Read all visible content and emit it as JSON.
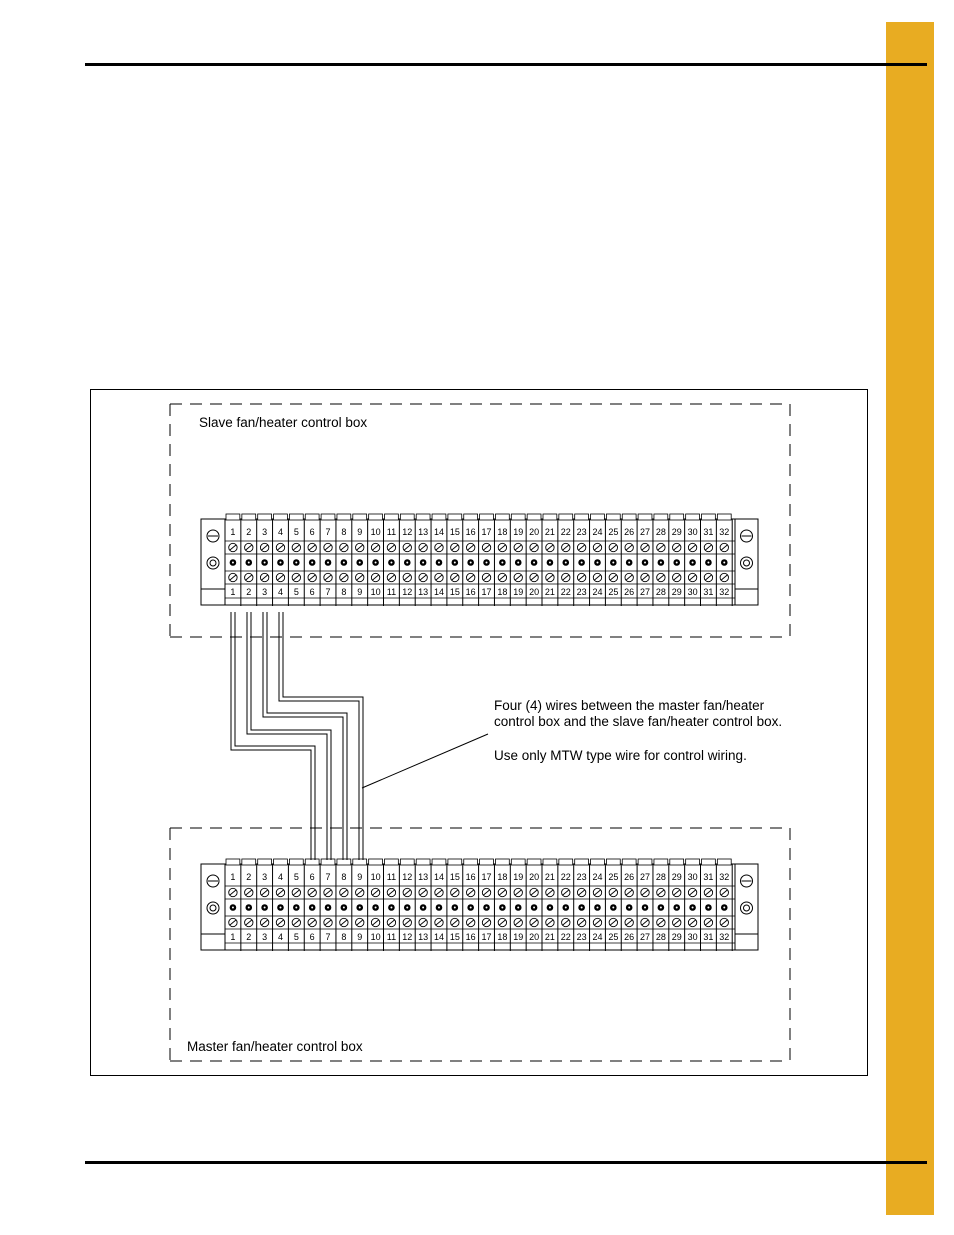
{
  "colors": {
    "tab": "#e8ac22",
    "line": "#000000"
  },
  "slave_box": {
    "label": "Slave fan/heater control box"
  },
  "master_box": {
    "label": "Master fan/heater control box"
  },
  "terminal_numbers": [
    "1",
    "2",
    "3",
    "4",
    "5",
    "6",
    "7",
    "8",
    "9",
    "10",
    "11",
    "12",
    "13",
    "14",
    "15",
    "16",
    "17",
    "18",
    "19",
    "20",
    "21",
    "22",
    "23",
    "24",
    "25",
    "26",
    "27",
    "28",
    "29",
    "30",
    "31",
    "32"
  ],
  "note": {
    "line1": "Four (4) wires between the master fan/heater",
    "line2": "control box and the slave fan/heater control box.",
    "line3": "Use only MTW type wire for control wiring."
  },
  "wires": [
    {
      "from_terminal": "1",
      "to_terminal": "6"
    },
    {
      "from_terminal": "2",
      "to_terminal": "7"
    },
    {
      "from_terminal": "3",
      "to_terminal": "8"
    },
    {
      "from_terminal": "4",
      "to_terminal": "9"
    }
  ]
}
